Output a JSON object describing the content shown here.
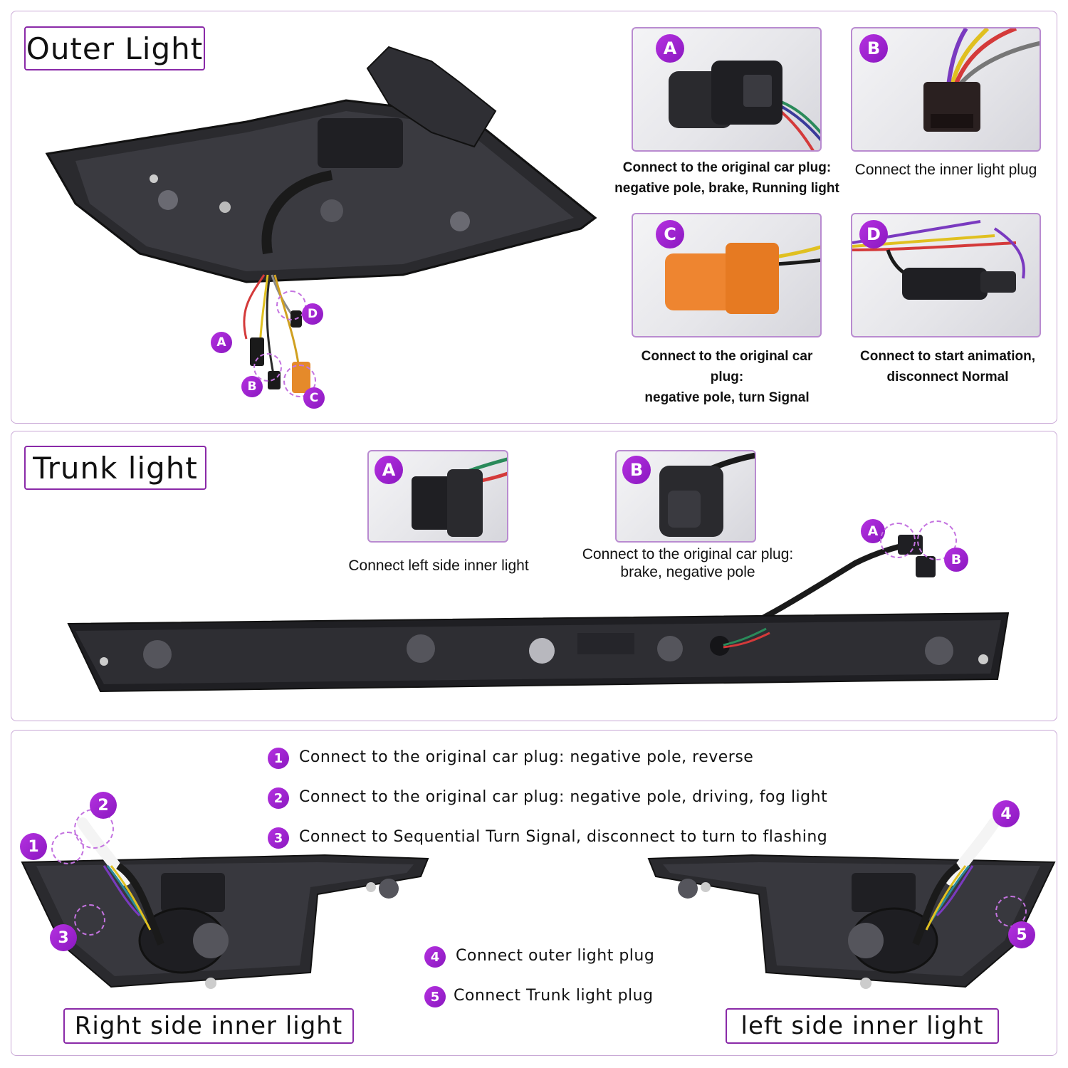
{
  "outer": {
    "title": "Outer Light",
    "cards": [
      {
        "letter": "A",
        "caption_line1": "Connect to the original car plug:",
        "caption_line2": "negative pole, brake, Running light"
      },
      {
        "letter": "B",
        "caption_line1": "Connect the inner light plug",
        "caption_line2": ""
      },
      {
        "letter": "C",
        "caption_line1": "Connect to the original car plug:",
        "caption_line2": "negative pole, turn Signal"
      },
      {
        "letter": "D",
        "caption_line1": "Connect to start animation,",
        "caption_line2": "disconnect Normal"
      }
    ],
    "markers": [
      "A",
      "B",
      "C",
      "D"
    ]
  },
  "trunk": {
    "title": "Trunk light",
    "cards": [
      {
        "letter": "A",
        "caption_line1": "Connect left side inner light",
        "caption_line2": ""
      },
      {
        "letter": "B",
        "caption_line1": "Connect to the original car plug:",
        "caption_line2": "brake, negative pole"
      }
    ],
    "markers": [
      "A",
      "B"
    ]
  },
  "inner": {
    "notes": [
      {
        "num": "1",
        "text": "Connect to the original car plug: negative pole, reverse"
      },
      {
        "num": "2",
        "text": "Connect to the original car plug: negative pole, driving, fog light"
      },
      {
        "num": "3",
        "text": "Connect to Sequential Turn Signal, disconnect to turn to flashing"
      },
      {
        "num": "4",
        "text": "Connect outer light plug"
      },
      {
        "num": "5",
        "text": "Connect Trunk light plug"
      }
    ],
    "right_label": "Right side inner light",
    "left_label": "left side inner light",
    "right_markers": [
      "1",
      "2",
      "3"
    ],
    "left_markers": [
      "4",
      "5"
    ]
  },
  "colors": {
    "accent": "#9a22cc",
    "border": "#c9a8d6",
    "lamp": "#2a2a2e"
  }
}
